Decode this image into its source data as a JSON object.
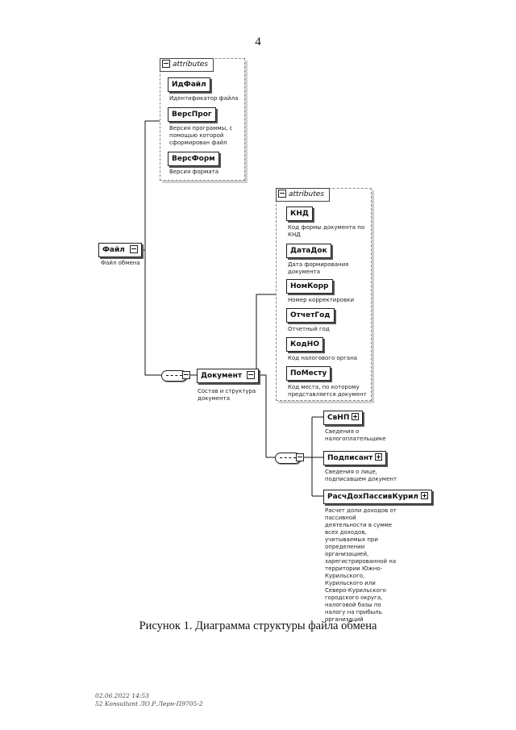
{
  "page_number": "4",
  "root": {
    "name": "Файл",
    "description": "Файл обмена"
  },
  "root_attributes": {
    "label": "attributes",
    "items": [
      {
        "name": "ИдФайл",
        "description": "Идентификатор файла"
      },
      {
        "name": "ВерсПрог",
        "description": "Версия программы, с помощью которой сформирован файл"
      },
      {
        "name": "ВерсФорм",
        "description": "Версия формата"
      }
    ]
  },
  "document": {
    "name": "Документ",
    "description": "Состав и структура документа"
  },
  "document_attributes": {
    "label": "attributes",
    "items": [
      {
        "name": "КНД",
        "description": "Код формы документа по КНД"
      },
      {
        "name": "ДатаДок",
        "description": "Дата формирования документа"
      },
      {
        "name": "НомКорр",
        "description": "Номер корректировки"
      },
      {
        "name": "ОтчетГод",
        "description": "Отчетный год"
      },
      {
        "name": "КодНО",
        "description": "Код налогового органа"
      },
      {
        "name": "ПоМесту",
        "description": "Код места, по которому представляется документ"
      }
    ]
  },
  "document_children": [
    {
      "name": "СвНП",
      "description": "Сведения о налогоплательщике"
    },
    {
      "name": "Подписант",
      "description": "Сведения о лице, подписавшем документ"
    },
    {
      "name": "РасчДохПассивКурил",
      "description": "Расчет доли доходов от пассивной деятельности в сумме всех доходов, учитываемых при определении организацией, зарегистрированной на территории Южно-Курильского, Курильского или Северо-Курильского городского округа, налоговой базы по налогу на прибыль организаций"
    }
  ],
  "caption": "Рисунок 1. Диаграмма структуры файла обмена",
  "stamp": {
    "line1": "02.06.2022 14:53",
    "line2": "52 Konsultant ЛО.Р.Лерн-П9705-2"
  }
}
